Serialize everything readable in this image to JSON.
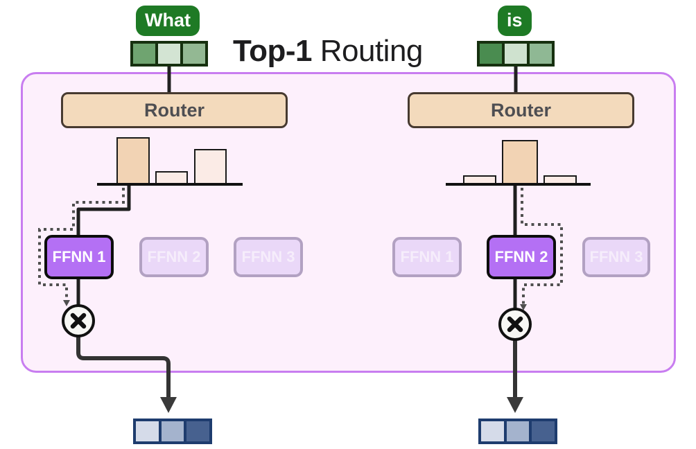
{
  "title": {
    "emphasis": "Top-1",
    "rest": " Routing"
  },
  "diagram": {
    "kind": "mixture-of-experts-top-1-routing",
    "columns": [
      {
        "token": {
          "label": "What",
          "embedding_cells": [
            "#6fa470",
            "#d3e4d3",
            "#93b893"
          ]
        },
        "router_label": "Router",
        "router_chart": {
          "type": "bar",
          "categories": [
            "FFNN 1",
            "FFNN 2",
            "FFNN 3"
          ],
          "bars": [
            {
              "value": 0.65,
              "height": 68,
              "fill": "#f2d3b4",
              "selected": true
            },
            {
              "value": 0.18,
              "height": 19,
              "fill": "#fbebe6",
              "selected": false
            },
            {
              "value": 0.48,
              "height": 51,
              "fill": "#fbebe6",
              "selected": false
            }
          ]
        },
        "experts": [
          {
            "label": "FFNN 1",
            "selected": true
          },
          {
            "label": "FFNN 2",
            "selected": false
          },
          {
            "label": "FFNN 3",
            "selected": false
          }
        ],
        "operator": "multiply",
        "output_cells": [
          "#d5dbe9",
          "#a4b3cd",
          "#47618f"
        ]
      },
      {
        "token": {
          "label": "is",
          "embedding_cells": [
            "#4a8c50",
            "#cfe2cf",
            "#8fb894"
          ]
        },
        "router_label": "Router",
        "router_chart": {
          "type": "bar",
          "categories": [
            "FFNN 1",
            "FFNN 2",
            "FFNN 3"
          ],
          "bars": [
            {
              "value": 0.12,
              "height": 13,
              "fill": "#fbebe6",
              "selected": false
            },
            {
              "value": 0.62,
              "height": 64,
              "fill": "#f2d3b4",
              "selected": true
            },
            {
              "value": 0.12,
              "height": 13,
              "fill": "#fbebe6",
              "selected": false
            }
          ]
        },
        "experts": [
          {
            "label": "FFNN 1",
            "selected": false
          },
          {
            "label": "FFNN 2",
            "selected": true
          },
          {
            "label": "FFNN 3",
            "selected": false
          }
        ],
        "operator": "multiply",
        "output_cells": [
          "#d5dbe9",
          "#a4b3cd",
          "#47618f"
        ]
      }
    ]
  },
  "colors": {
    "token_bg": "#1e7a25",
    "token_strip_border": "#16300f",
    "container_border": "#c87df0",
    "container_bg": "#fdf0fc",
    "router_bg": "#f3dabc",
    "router_border": "#473a30",
    "expert_selected_bg": "#b470f4",
    "expert_faded_bg": "#ead8f8",
    "output_strip_border": "#1e3c6e",
    "solid_line": "#222222",
    "dotted_line": "#4f4f4f"
  }
}
